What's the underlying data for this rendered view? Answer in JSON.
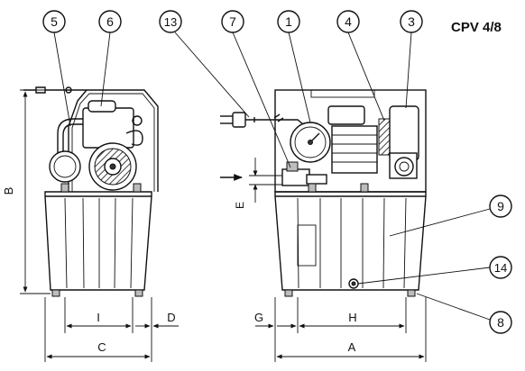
{
  "model": "CPV 4/8",
  "callouts": [
    "5",
    "6",
    "13",
    "7",
    "1",
    "4",
    "3",
    "9",
    "14",
    "8"
  ],
  "dimensions": [
    "B",
    "E",
    "I",
    "D",
    "C",
    "G",
    "H",
    "A"
  ]
}
